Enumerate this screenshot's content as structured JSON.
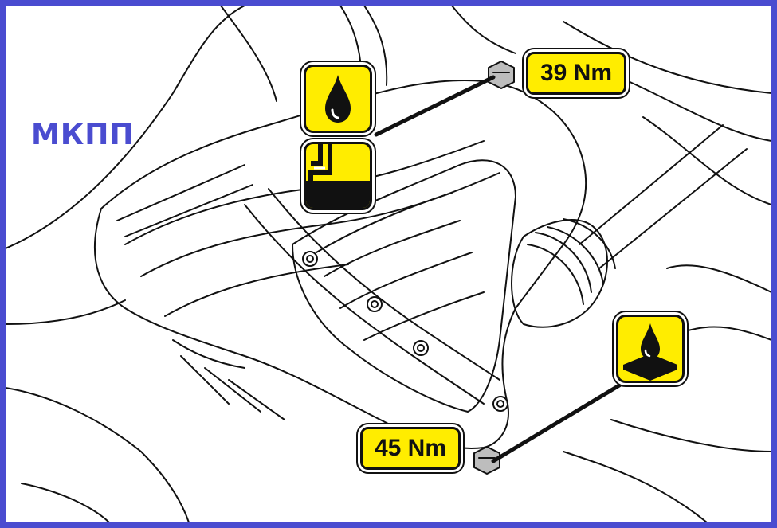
{
  "diagram": {
    "title": "МКПП",
    "labels": {
      "fill_torque": "39 Nm",
      "drain_torque": "45 Nm"
    },
    "icons": {
      "fill_top": "oil-drop-icon",
      "fill_bottom": "oil-level-icon",
      "drain": "oil-drain-icon"
    },
    "colors": {
      "border": "#4a4cd0",
      "title": "#4a4cd0",
      "badge": "#ffed00",
      "ink": "#111111"
    }
  }
}
